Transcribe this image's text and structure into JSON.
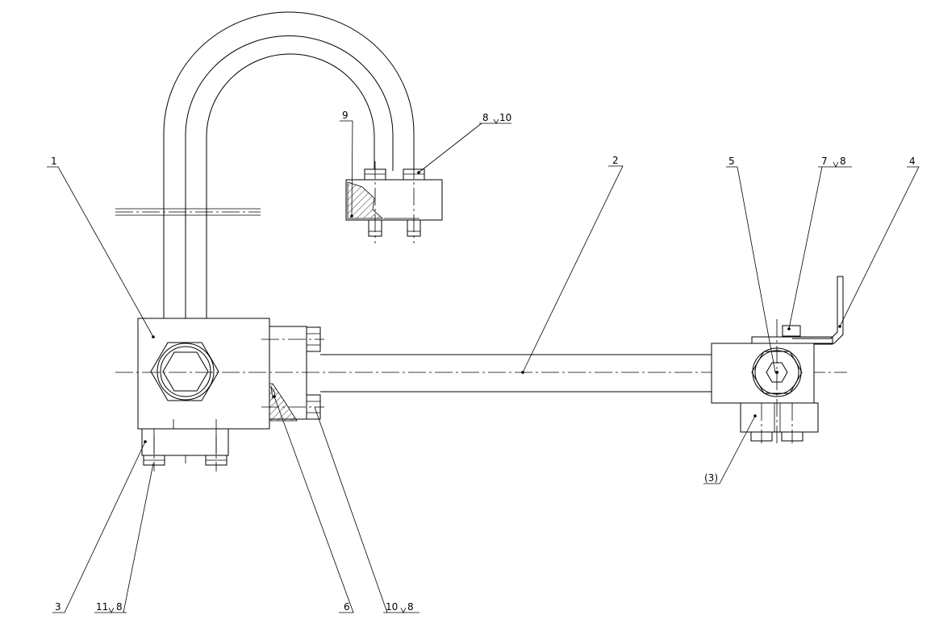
{
  "drawing": {
    "labels": {
      "p1": "1",
      "p2": "2",
      "p3": "3",
      "p4": "4",
      "p5": "5",
      "p6": "6",
      "p9": "9",
      "p3_ref": "(3)",
      "p8_10_top": {
        "a": "8",
        "b": "10"
      },
      "p7_8": {
        "a": "7",
        "b": "8"
      },
      "p11_8": {
        "a": "11",
        "b": "8"
      },
      "p10_8": {
        "a": "10",
        "b": "8"
      }
    }
  }
}
